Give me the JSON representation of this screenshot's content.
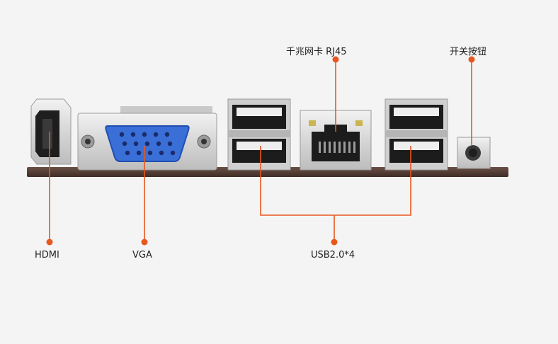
{
  "colors": {
    "background": "#f4f4f4",
    "callout": "#e8571e",
    "pcb": "#5a4238",
    "vga_connector": "#3a6fd8",
    "metal": "#d9d9d9"
  },
  "callouts": {
    "hdmi": "HDMI",
    "vga": "VGA",
    "usb": "USB2.0*4",
    "rj45": "千兆网卡 RJ45",
    "power_button": "开关按钮"
  }
}
